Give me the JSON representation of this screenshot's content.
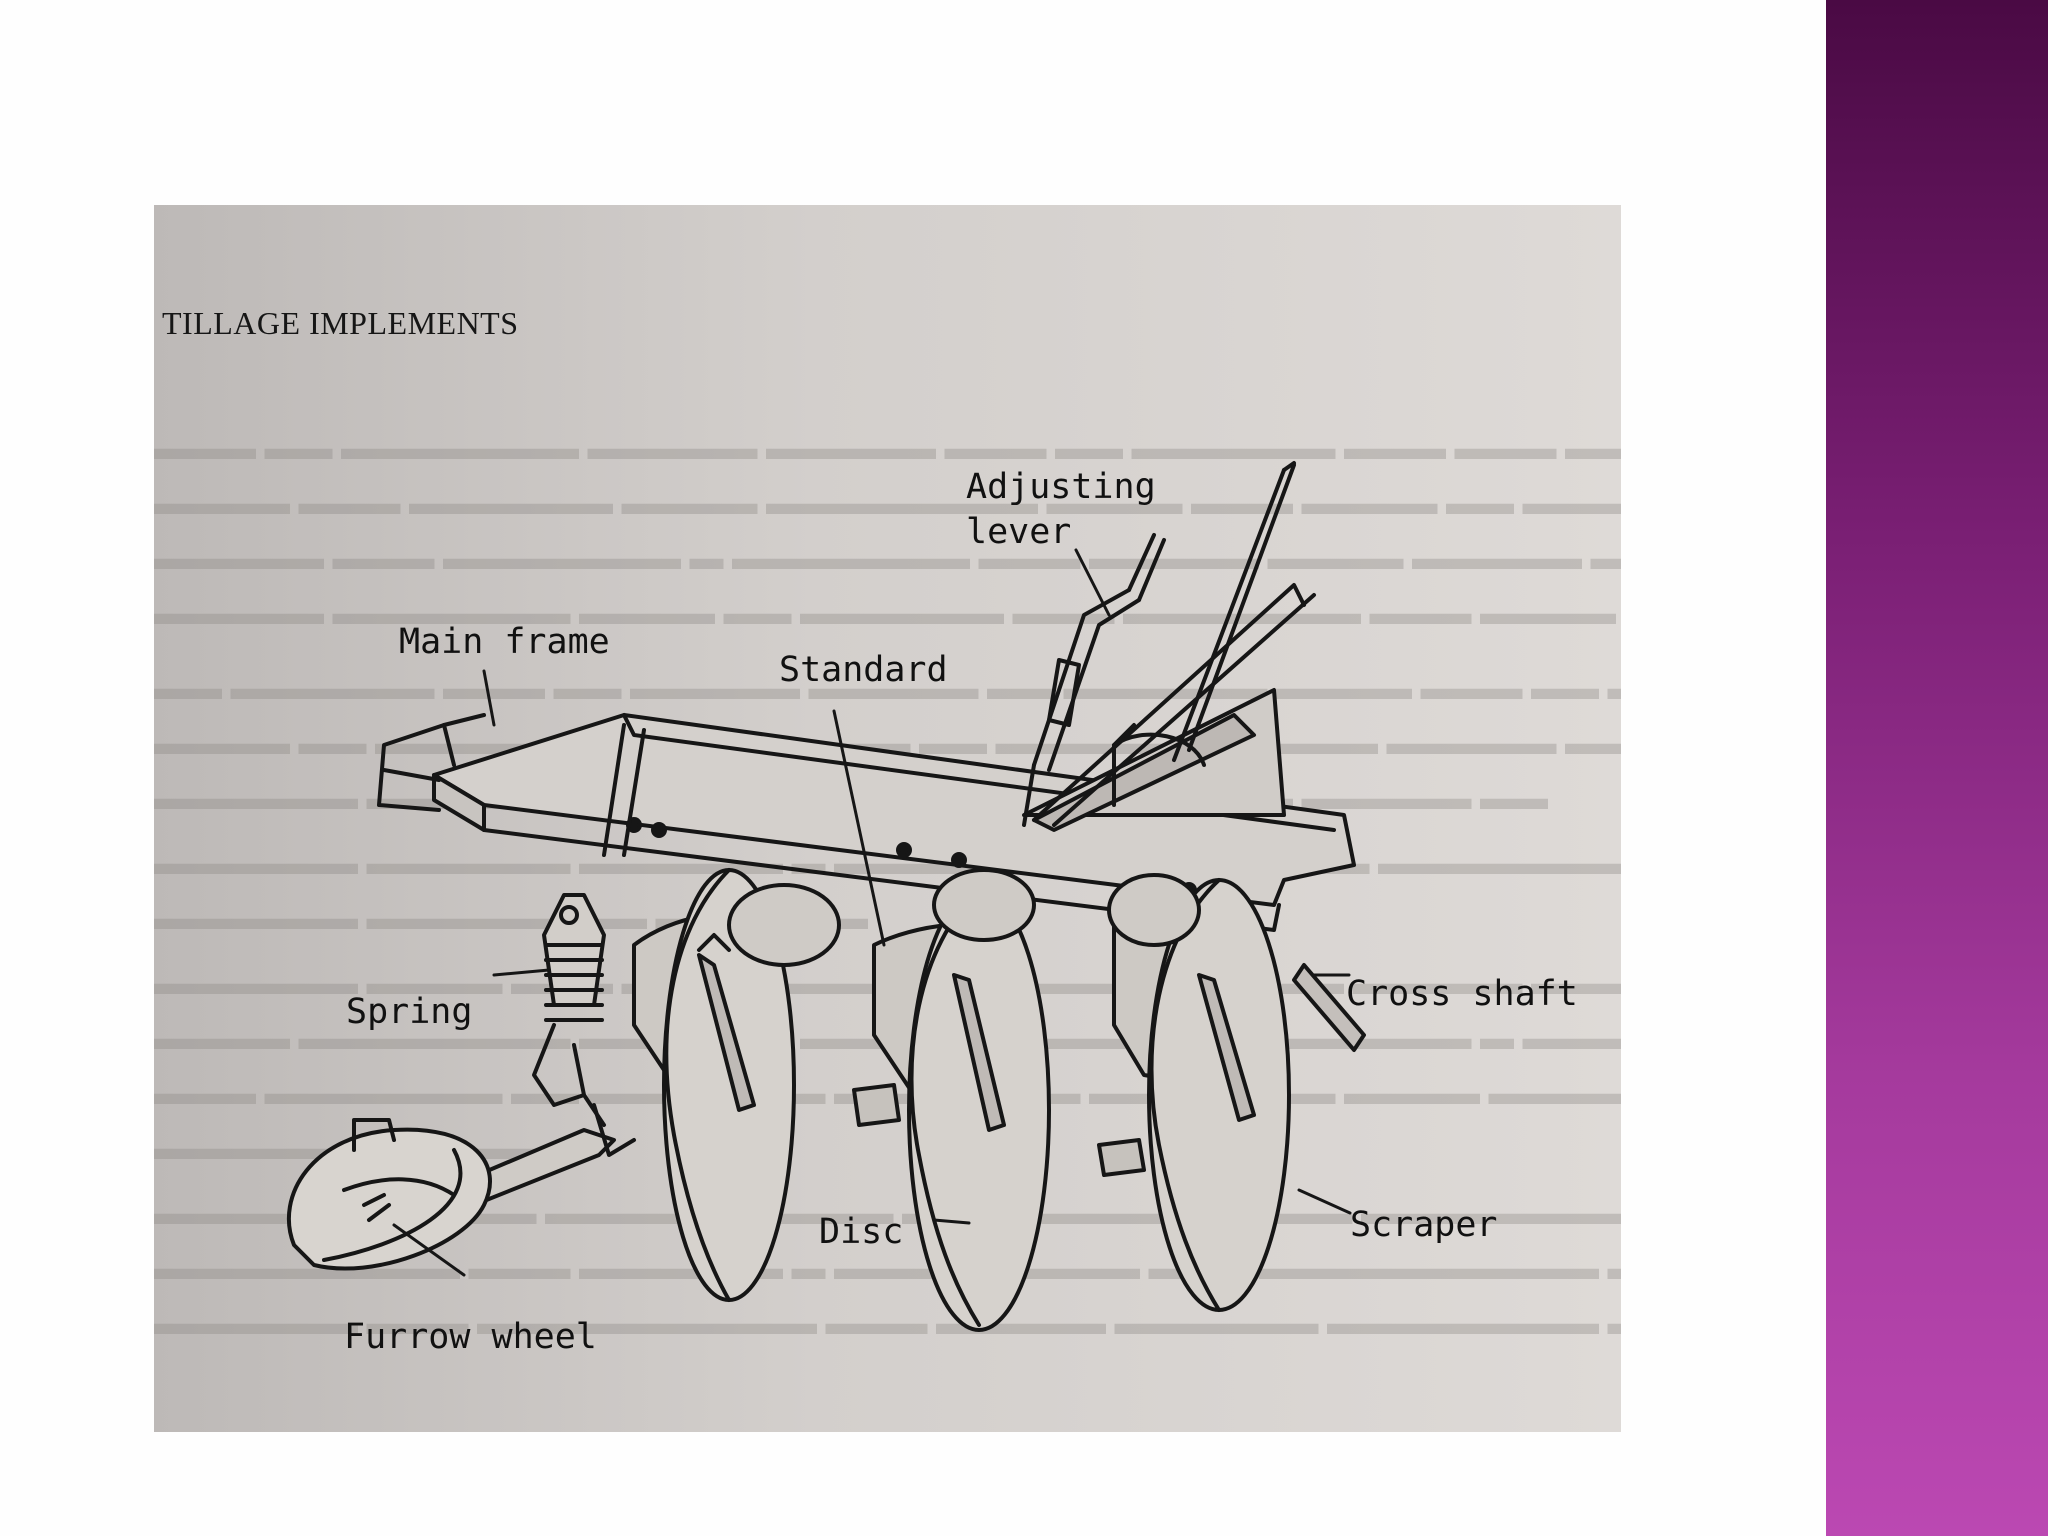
{
  "figure": {
    "heading": "TILLAGE IMPLEMENTS",
    "labels": {
      "adjusting_lever_line1": "Adjusting",
      "adjusting_lever_line2": "lever",
      "main_frame": "Main frame",
      "standard": "Standard",
      "spring": "Spring",
      "cross_shaft": "Cross shaft",
      "disc": "Disc",
      "scraper": "Scraper",
      "furrow_wheel": "Furrow wheel"
    }
  },
  "colors": {
    "side_band_top": "#4a0a44",
    "side_band_bottom": "#bb48b2",
    "ink": "#111111"
  }
}
